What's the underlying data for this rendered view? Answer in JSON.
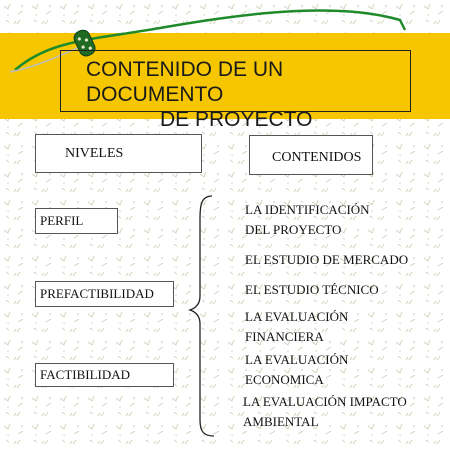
{
  "title": {
    "line1": "CONTENIDO DE UN DOCUMENTO",
    "line2": "DE PROYECTO"
  },
  "headers": {
    "niveles": "NIVELES",
    "contenidos": "CONTENIDOS"
  },
  "niveles": [
    "PERFIL",
    "PREFACTIBILIDAD",
    "FACTIBILIDAD"
  ],
  "contenidos": [
    {
      "line1": "LA IDENTIFICACIÓN",
      "line2": "DEL PROYECTO"
    },
    {
      "line1": "EL ESTUDIO DE MERCADO",
      "line2": ""
    },
    {
      "line1": "EL ESTUDIO TÉCNICO",
      "line2": ""
    },
    {
      "line1": "LA EVALUACIÓN",
      "line2": "FINANCIERA"
    },
    {
      "line1": "LA EVALUACIÓN",
      "line2": "ECONOMICA"
    },
    {
      "line1": "LA EVALUACIÓN IMPACTO",
      "line2": "AMBIENTAL"
    }
  ],
  "colors": {
    "band": "#f6c700",
    "curve": "#1f8a2a",
    "pattern": "#cfcfb4"
  }
}
